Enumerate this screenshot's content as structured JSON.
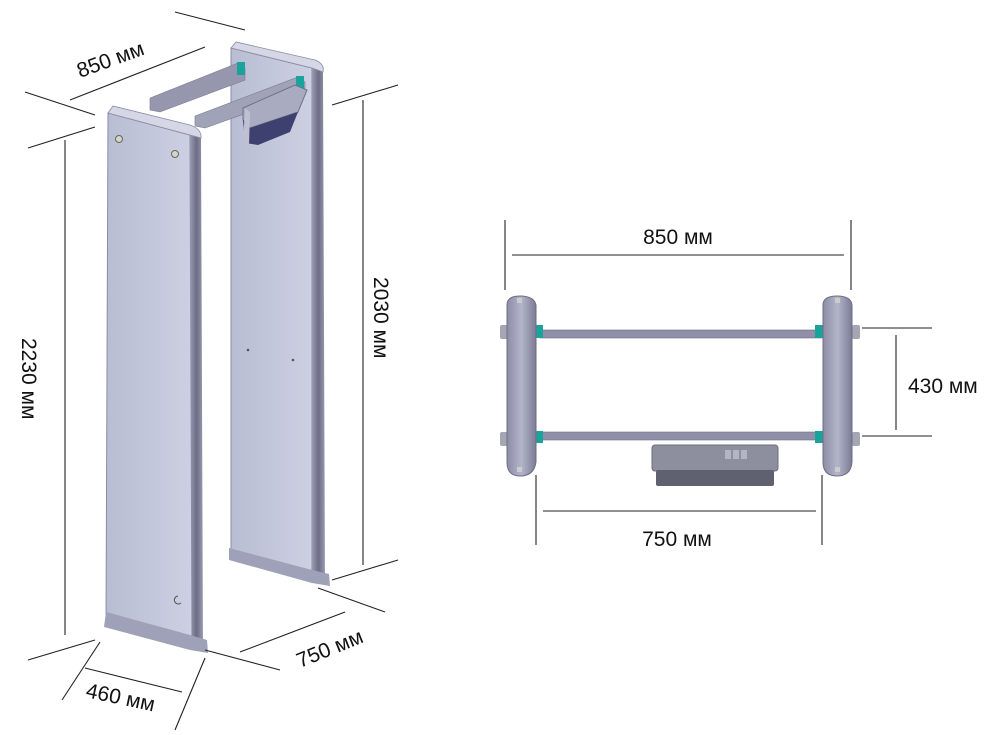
{
  "perspective_view": {
    "labels": {
      "width_top": "850 мм",
      "total_height": "2230 мм",
      "inner_height": "2030 мм",
      "panel_depth": "460 мм",
      "passage_width": "750 мм"
    }
  },
  "top_view": {
    "labels": {
      "outer_width": "850 мм",
      "beam_spacing": "430 мм",
      "inner_width": "750 мм"
    }
  },
  "colors": {
    "panel_face": "#c3c7dc",
    "panel_edge": "#7e7f96",
    "beam": "#8f90a8",
    "connector": "#1aa39a",
    "line": "#222222"
  }
}
